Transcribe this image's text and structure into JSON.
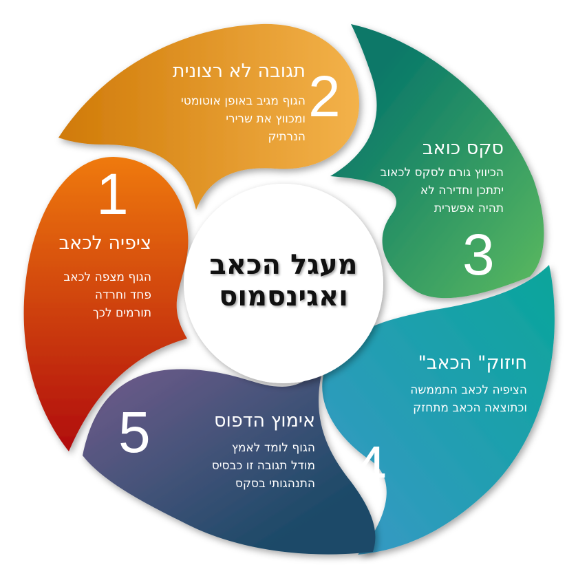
{
  "center_title": {
    "line1": "מעגל הכאב",
    "line2": "ואגינסמוס"
  },
  "steps": [
    {
      "number": "1",
      "title": "ציפיה לכאב",
      "lines": [
        "הגוף מצפה לכאב",
        "פחד וחרדה",
        "תורמים לכך"
      ],
      "colors": [
        "#ef7a0a",
        "#b00c0c"
      ]
    },
    {
      "number": "2",
      "title": "תגובה לא רצונית",
      "lines": [
        "הגוף מגיב באופן אוטומטי",
        "ומכווץ את שרירי",
        "הנרתיק"
      ],
      "colors": [
        "#d07a08",
        "#f3b24a"
      ]
    },
    {
      "number": "3",
      "title": "סקס כואב",
      "lines": [
        "הכיווץ גורם לסקס לכאוב",
        "יתתכן וחדירה לא",
        "תהיה אפשרית"
      ],
      "colors": [
        "#087868",
        "#5cba60"
      ]
    },
    {
      "number": "4",
      "title": "חיזוק\" הכאב\"",
      "lines": [
        "הציפיה לכאב התממשה",
        "וכתוצאה הכאב מתחזק"
      ],
      "colors": [
        "#0aa59a",
        "#3a98c8"
      ]
    },
    {
      "number": "5",
      "title": "אימוץ הדפוס",
      "lines": [
        "הגוף לומד לאמץ",
        "מודל תגובה זו כבסיס",
        "התנהגותי בסקס"
      ],
      "colors": [
        "#735c8c",
        "#1c4a68"
      ]
    }
  ]
}
